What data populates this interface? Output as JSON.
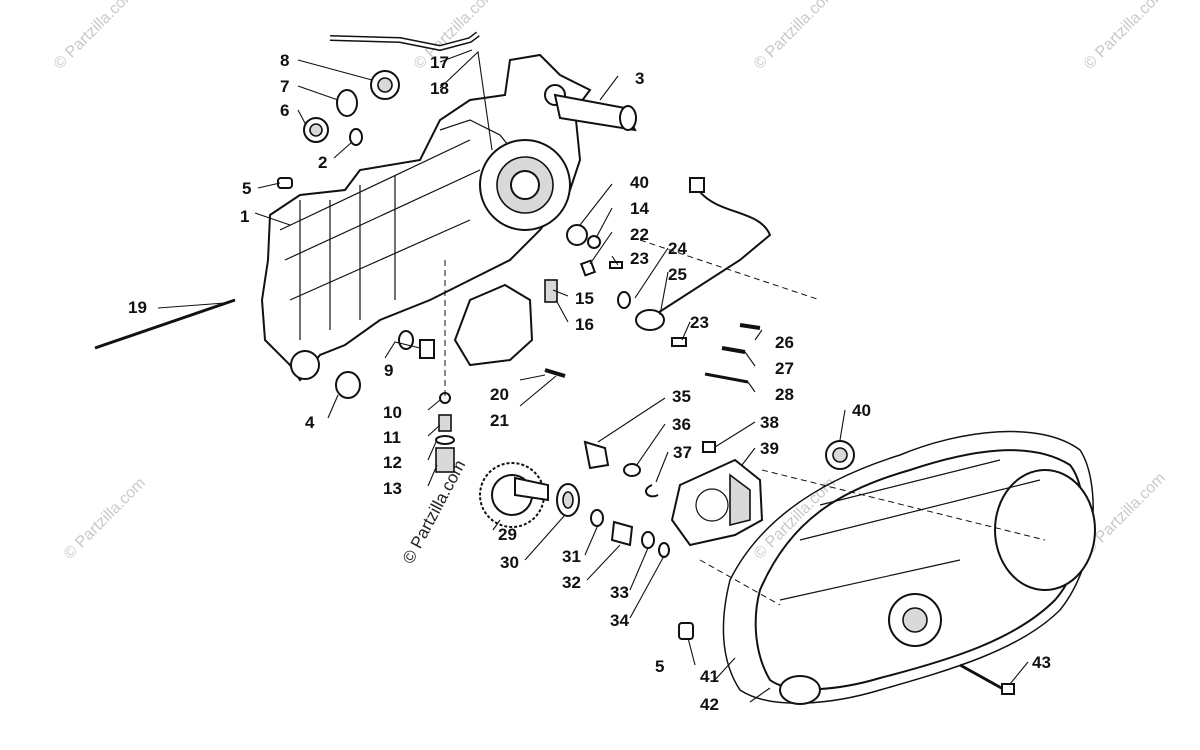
{
  "watermark": "© Partzilla.com",
  "callouts": [
    "1",
    "2",
    "3",
    "4",
    "5",
    "6",
    "7",
    "8",
    "9",
    "10",
    "11",
    "12",
    "13",
    "14",
    "15",
    "16",
    "17",
    "18",
    "19",
    "20",
    "21",
    "22",
    "23",
    "24",
    "25",
    "26",
    "27",
    "28",
    "29",
    "30",
    "31",
    "32",
    "33",
    "34",
    "35",
    "36",
    "37",
    "38",
    "39",
    "40",
    "41",
    "42",
    "43"
  ],
  "callout_labels": {
    "c1": "1",
    "c2": "2",
    "c3": "3",
    "c4": "4",
    "c5a": "5",
    "c5b": "5",
    "c6": "6",
    "c7": "7",
    "c8": "8",
    "c9": "9",
    "c10": "10",
    "c11": "11",
    "c12": "12",
    "c13": "13",
    "c14": "14",
    "c15": "15",
    "c16": "16",
    "c17": "17",
    "c18": "18",
    "c19": "19",
    "c20": "20",
    "c21": "21",
    "c22": "22",
    "c23a": "23",
    "c23b": "23",
    "c24": "24",
    "c25": "25",
    "c26": "26",
    "c27": "27",
    "c28": "28",
    "c29": "29",
    "c30": "30",
    "c31": "31",
    "c32": "32",
    "c33": "33",
    "c34": "34",
    "c35": "35",
    "c36": "36",
    "c37": "37",
    "c38": "38",
    "c39": "39",
    "c40a": "40",
    "c40b": "40",
    "c41": "41",
    "c42": "42",
    "c43": "43"
  }
}
